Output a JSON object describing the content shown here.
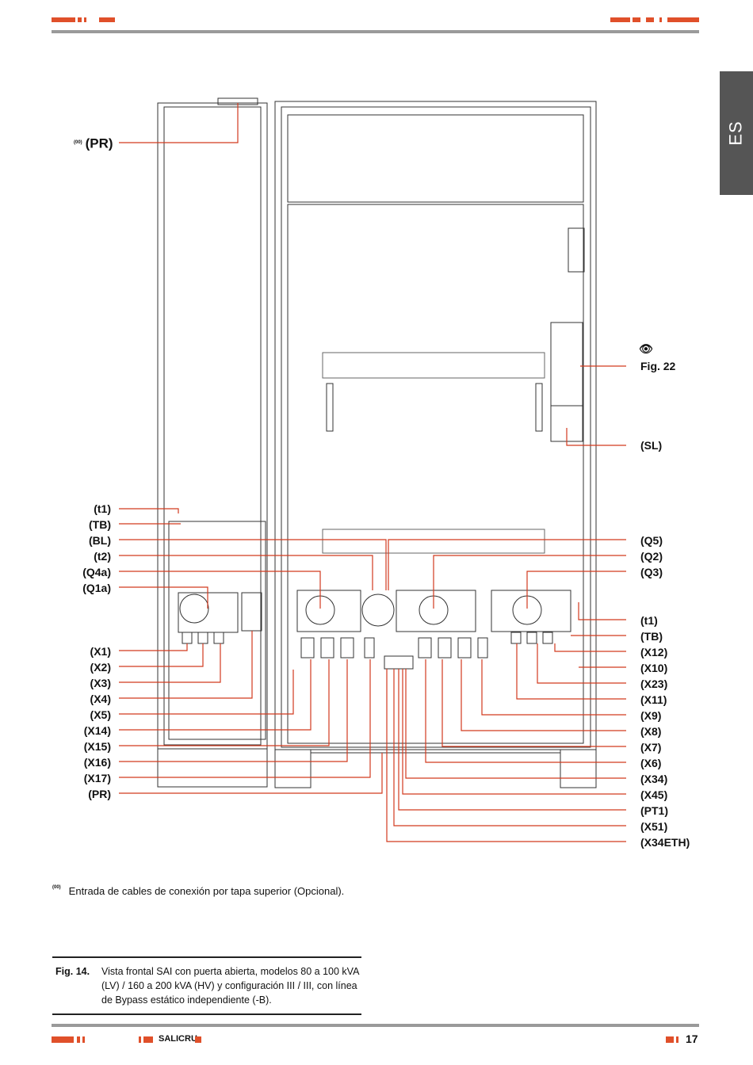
{
  "header": {
    "language_tab": "ES"
  },
  "diagram": {
    "top_label": "(PR)",
    "top_label_note": "(00)",
    "right_ref": "Fig. 22",
    "right_ref_icon": "eye-icon",
    "right_sl": "(SL)",
    "left_labels": [
      "(t1)",
      "(TB)",
      "(BL)",
      "(t2)",
      "(Q4a)",
      "(Q1a)",
      "(X1)",
      "(X2)",
      "(X3)",
      "(X4)",
      "(X5)",
      "(X14)",
      "(X15)",
      "(X16)",
      "(X17)",
      "(PR)"
    ],
    "right_labels_top": [
      "(Q5)",
      "(Q2)",
      "(Q3)"
    ],
    "right_labels_bottom": [
      "(t1)",
      "(TB)",
      "(X12)",
      "(X10)",
      "(X23)",
      "(X11)",
      "(X9)",
      "(X8)",
      "(X7)",
      "(X6)",
      "(X34)",
      "(X45)",
      "(PT1)",
      "(X51)",
      "(X34ETH)"
    ]
  },
  "footnote": {
    "marker": "(00)",
    "text": "Entrada de cables de conexión por tapa superior (Opcional)."
  },
  "caption": {
    "fig": "Fig. 14.",
    "text": "Vista frontal SAI con puerta abierta, modelos 80 a 100 kVA (LV) / 160 a 200 kVA (HV) y configuración III / III, con línea de Bypass estático independiente (-B)."
  },
  "footer": {
    "brand": "SALICRU",
    "page": "17"
  },
  "colors": {
    "accent": "#e0502a",
    "leader": "#d23a1e",
    "rule": "#9a9a9a",
    "tab": "#555555"
  }
}
